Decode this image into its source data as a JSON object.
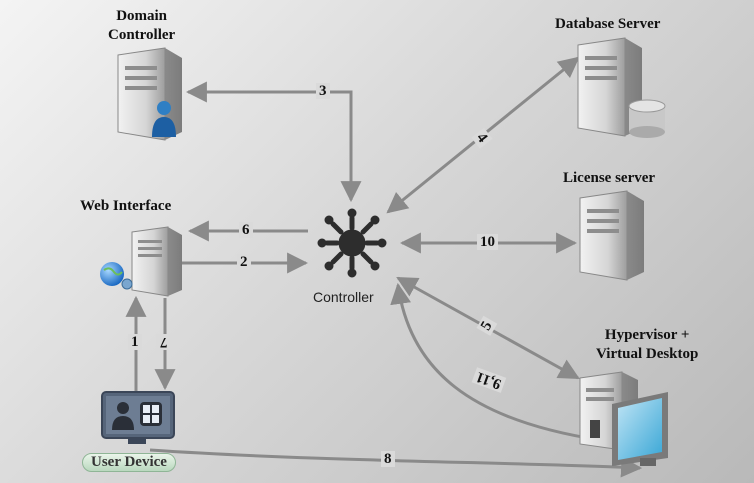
{
  "nodes": {
    "domain_controller": "Domain\nController",
    "database_server": "Database Server",
    "web_interface": "Web Interface",
    "license_server": "License server",
    "controller": "Controller",
    "hypervisor": "Hypervisor +\nVirtual Desktop",
    "user_device": "User Device"
  },
  "edges": {
    "e1": "1",
    "e2": "2",
    "e3": "3",
    "e4": "4",
    "e5": "5",
    "e6": "6",
    "e7": "7",
    "e8": "8",
    "e9_11": "9,11",
    "e10": "10"
  },
  "colors": {
    "arrow": "#8a8a8a",
    "server_light": "#e6e6e6",
    "server_dark": "#9a9a9a",
    "controller": "#2d2d2d"
  }
}
